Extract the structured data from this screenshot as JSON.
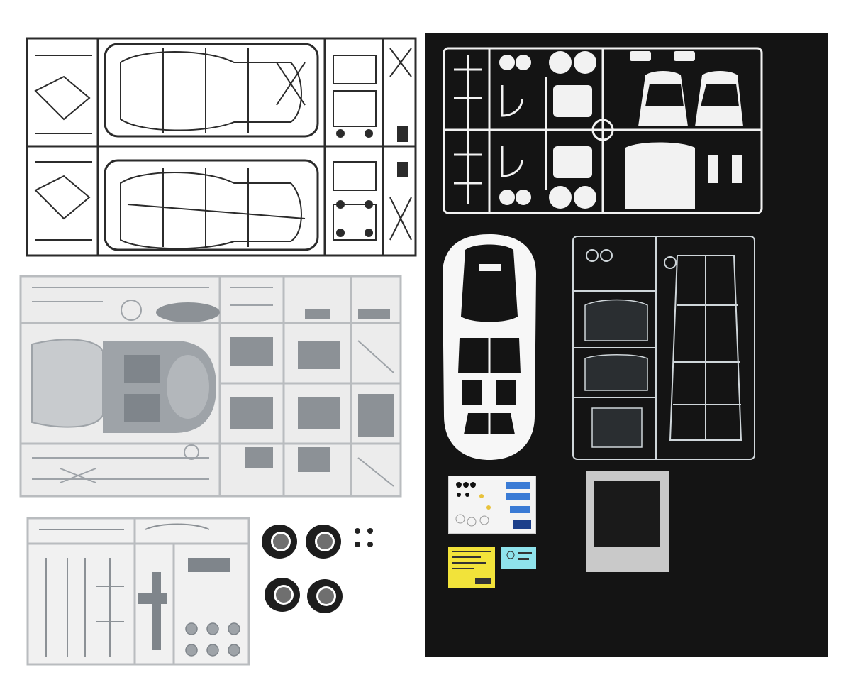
{
  "scene": {
    "colors": {
      "background": "#ffffff",
      "black_runner": "#2b2b2b",
      "silver_runner": "#b9bcbf",
      "silver_part": "#9ea3a8",
      "white_runner": "#f7f7f7",
      "clear_runner": "#cfd6da",
      "mat": "#141414",
      "tire": "#1d1d1d",
      "yellow_decal": "#f2e33a",
      "cyan_decal": "#8fe3ec"
    }
  },
  "parts": {
    "black_sprue": {
      "icon": "black-parts-runner"
    },
    "silver_sprue": {
      "icon": "silver-parts-runner"
    },
    "small_silver_sprue": {
      "icon": "small-silver-parts-runner"
    },
    "tires": {
      "icon": "rubber-tire-set",
      "count": 4
    },
    "screws": {
      "icon": "metal-screw-set",
      "count": 4
    },
    "black_mat": {
      "icon": "black-backing-sheet"
    },
    "white_sprue": {
      "icon": "white-parts-runner"
    },
    "white_body": {
      "icon": "white-car-body-shell"
    },
    "clear_sprue": {
      "icon": "clear-parts-runner"
    },
    "decal_sheet": {
      "icon": "decal-sheet"
    },
    "yellow_decal": {
      "icon": "yellow-decal-sheet"
    },
    "cyan_decal": {
      "icon": "cyan-decal-sheet"
    },
    "masking_frame": {
      "icon": "masking-frame"
    }
  }
}
